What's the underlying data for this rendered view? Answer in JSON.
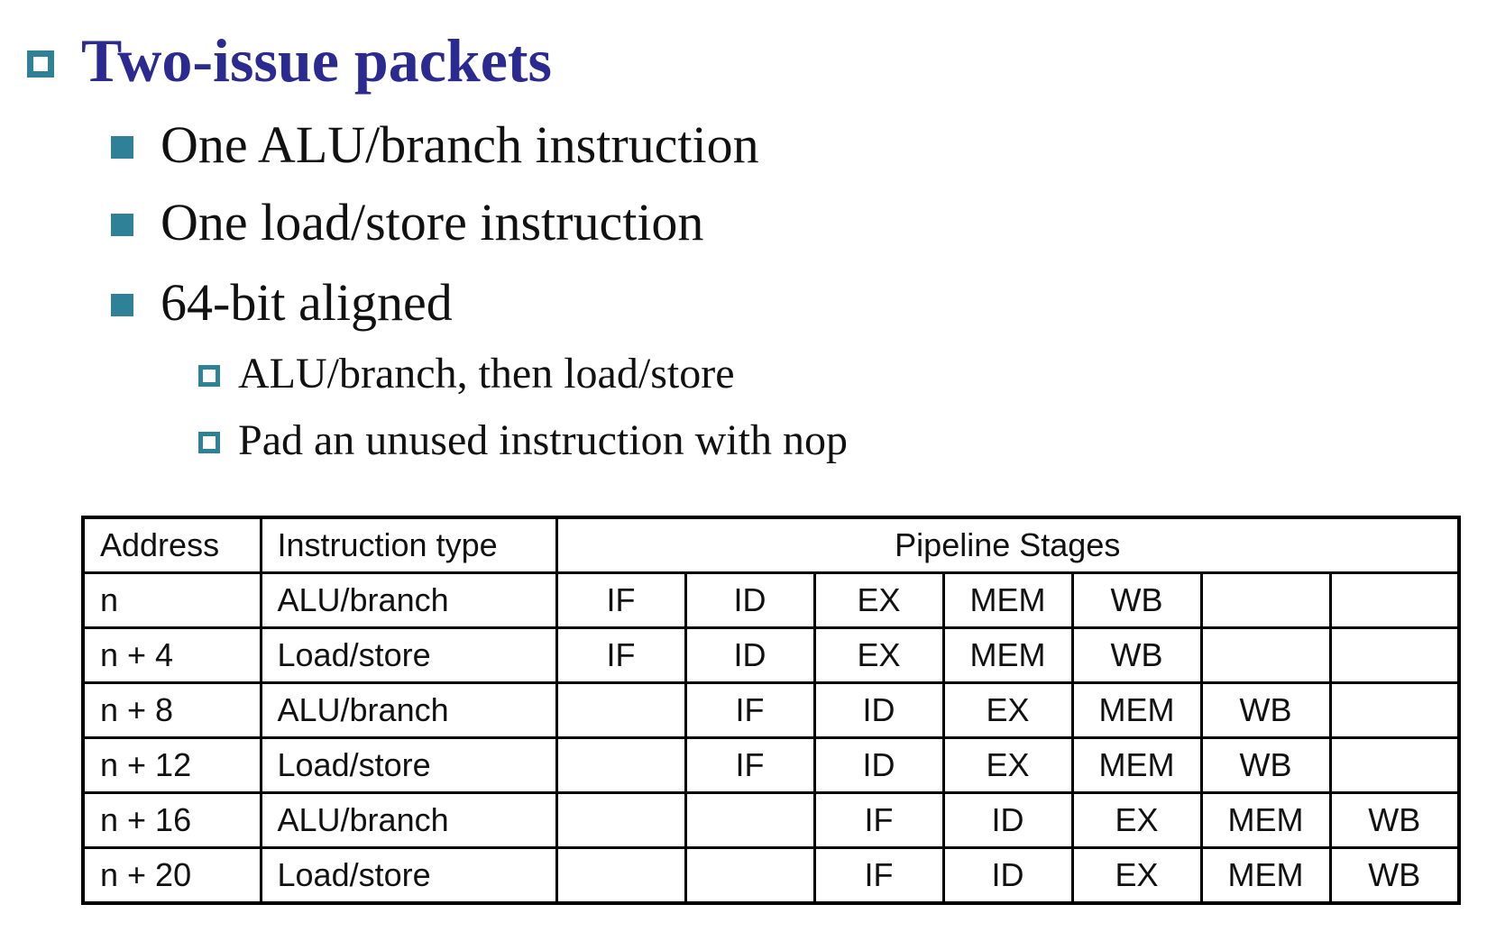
{
  "slide": {
    "title": "Two-issue packets",
    "bullets": [
      "One ALU/branch instruction",
      "One load/store instruction",
      "64-bit aligned"
    ],
    "sub_bullets": [
      "ALU/branch, then load/store",
      "Pad an unused instruction with nop"
    ]
  },
  "table": {
    "headers": {
      "address": "Address",
      "instruction_type": "Instruction type",
      "stages": "Pipeline Stages"
    },
    "rows": [
      {
        "address": "n",
        "type": "ALU/branch",
        "stages": [
          "IF",
          "ID",
          "EX",
          "MEM",
          "WB",
          "",
          ""
        ]
      },
      {
        "address": "n + 4",
        "type": "Load/store",
        "stages": [
          "IF",
          "ID",
          "EX",
          "MEM",
          "WB",
          "",
          ""
        ]
      },
      {
        "address": "n + 8",
        "type": "ALU/branch",
        "stages": [
          "",
          "IF",
          "ID",
          "EX",
          "MEM",
          "WB",
          ""
        ]
      },
      {
        "address": "n + 12",
        "type": "Load/store",
        "stages": [
          "",
          "IF",
          "ID",
          "EX",
          "MEM",
          "WB",
          ""
        ]
      },
      {
        "address": "n + 16",
        "type": "ALU/branch",
        "stages": [
          "",
          "",
          "IF",
          "ID",
          "EX",
          "MEM",
          "WB"
        ]
      },
      {
        "address": "n + 20",
        "type": "Load/store",
        "stages": [
          "",
          "",
          "IF",
          "ID",
          "EX",
          "MEM",
          "WB"
        ]
      }
    ]
  },
  "colors": {
    "title": "#2a2a91",
    "bullet_accent": "#2f8198",
    "text": "#111111"
  }
}
